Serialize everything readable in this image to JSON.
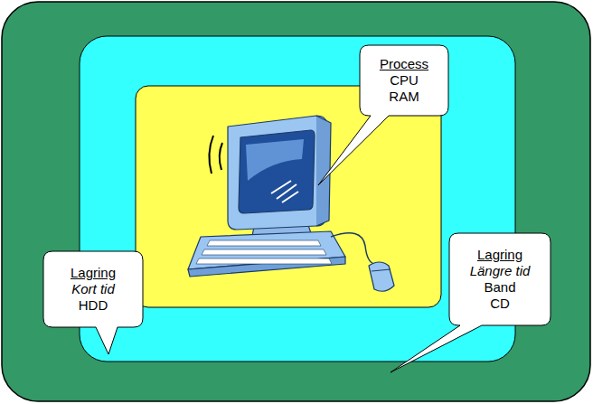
{
  "diagram": {
    "nodes": [
      {
        "text": [
          "Process",
          "CPU RAM"
        ]
      },
      {
        "text": [
          "Lagring",
          "Kort tid",
          "HDD"
        ]
      },
      {
        "text": [
          "Lagring",
          "Längre tid",
          "Band CD"
        ]
      }
    ]
  }
}
